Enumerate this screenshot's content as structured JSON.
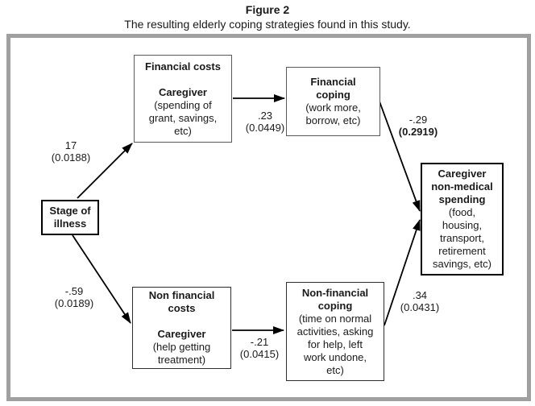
{
  "figure": {
    "title": "Figure 2",
    "subtitle": "The resulting elderly coping strategies found in this study."
  },
  "diagram": {
    "nodes": {
      "financial_costs": {
        "heading": "Financial costs",
        "subheading": "Caregiver",
        "detail": "(spending of\ngrant, savings,\netc)"
      },
      "financial_coping": {
        "heading": "Financial\ncoping",
        "detail": "(work more,\nborrow, etc)"
      },
      "caregiver_spending": {
        "heading": "Caregiver\nnon-medical\nspending",
        "detail": "(food,\nhousing,\ntransport,\nretirement\nsavings, etc)"
      },
      "stage_of_illness": {
        "heading": "Stage of\nillness"
      },
      "non_financial_costs": {
        "heading": "Non financial\ncosts",
        "subheading": "Caregiver",
        "detail": "(help getting\ntreatment)"
      },
      "non_financial_coping": {
        "heading": "Non-financial\ncoping",
        "detail": "(time on normal\nactivities, asking\nfor help, left\nwork undone,\netc)"
      }
    },
    "edges": [
      {
        "from": "stage_of_illness",
        "to": "financial_costs",
        "coef": "17",
        "se": "(0.0188)"
      },
      {
        "from": "financial_costs",
        "to": "financial_coping",
        "coef": ".23",
        "se": "(0.0449)"
      },
      {
        "from": "financial_coping",
        "to": "caregiver_spending",
        "coef": "-.29",
        "se": "(0.2919)"
      },
      {
        "from": "stage_of_illness",
        "to": "non_financial_costs",
        "coef": "-.59",
        "se": "(0.0189)"
      },
      {
        "from": "non_financial_costs",
        "to": "non_financial_coping",
        "coef": "-.21",
        "se": "(0.0415)"
      },
      {
        "from": "non_financial_coping",
        "to": "caregiver_spending",
        "coef": ".34",
        "se": "(0.0431)"
      }
    ],
    "colors": {
      "frame_border": "#a0a0a0",
      "arrow": "#000000",
      "text": "#1a1a1a"
    }
  }
}
